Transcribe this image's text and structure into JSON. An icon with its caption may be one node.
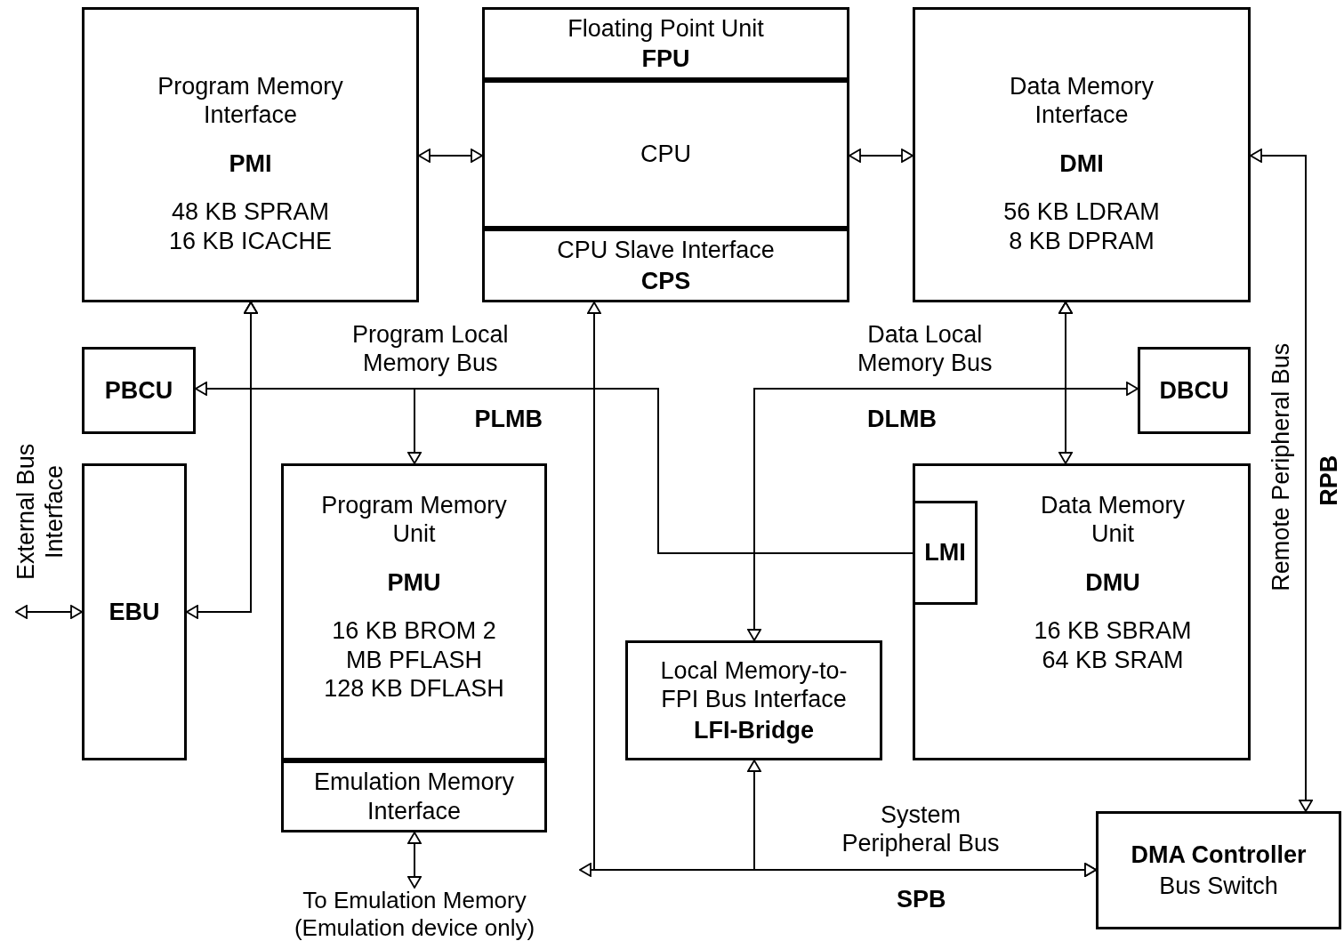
{
  "diagram": {
    "nodes": [
      {
        "text": [
          "Program Memory Interface",
          "PMI",
          "48 KB SPRAM 16 KB ICACHE"
        ]
      },
      {
        "text": [
          "Floating Point Unit",
          "FPU"
        ]
      },
      {
        "text": [
          "CPU"
        ]
      },
      {
        "text": [
          "CPU Slave Interface",
          "CPS"
        ]
      },
      {
        "text": [
          "Data Memory Interface",
          "DMI",
          "56 KB LDRAM 8 KB DPRAM"
        ]
      },
      {
        "text": [
          "PBCU"
        ]
      },
      {
        "text": [
          "DBCU"
        ]
      },
      {
        "text": [
          "EBU"
        ],
        "beside": [
          "External Bus Interface"
        ]
      },
      {
        "text": [
          "Program Memory Unit",
          "PMU",
          "16 KB BROM 2 MB PFLASH 128 KB DFLASH"
        ]
      },
      {
        "text": [
          "Emulation Memory Interface"
        ]
      },
      {
        "text": [
          "Local Memory-to- FPI Bus Interface",
          "LFI-Bridge"
        ]
      },
      {
        "text": [
          "Data Memory Unit",
          "DMU",
          "16 KB SBRAM 64 KB SRAM"
        ]
      },
      {
        "text": [
          "LMI"
        ],
        "in": 11
      },
      {
        "text": [
          "DMA Controller",
          "Bus Switch"
        ]
      },
      {
        "text": [
          "To Emulation Memory (Emulation device only)"
        ]
      }
    ],
    "edges": [
      {
        "from": 0,
        "to": 2,
        "arrow": "both"
      },
      {
        "from": 2,
        "to": 4,
        "arrow": "both"
      },
      {
        "from": 0,
        "to": 5,
        "arrow": "both"
      },
      {
        "from": 0,
        "to": 7,
        "arrow": "both"
      },
      {
        "from": 0,
        "to": 8,
        "arrow": "both"
      },
      {
        "from": 12,
        "to": 0,
        "arrow": "to"
      },
      {
        "from": 4,
        "to": 6,
        "arrow": "both"
      },
      {
        "from": 4,
        "to": 11,
        "arrow": "both"
      },
      {
        "from": 4,
        "to": 10,
        "arrow": "both"
      },
      {
        "from": 3,
        "to": 13,
        "arrow": "both"
      },
      {
        "from": 10,
        "to": 13,
        "arrow": "both"
      },
      {
        "from": null,
        "to": 13,
        "arrow": "both"
      },
      {
        "from": 4,
        "to": 13,
        "arrow": "both"
      },
      {
        "from": 9,
        "to": 14,
        "arrow": "both"
      },
      {
        "from": 7,
        "to": null,
        "arrow": "both"
      }
    ],
    "labels": [
      "Program Local Memory Bus",
      "PLMB",
      "Data Local Memory Bus",
      "DLMB",
      "Remote Peripheral Bus",
      "RPB",
      "System Peripheral Bus",
      "SPB"
    ]
  }
}
